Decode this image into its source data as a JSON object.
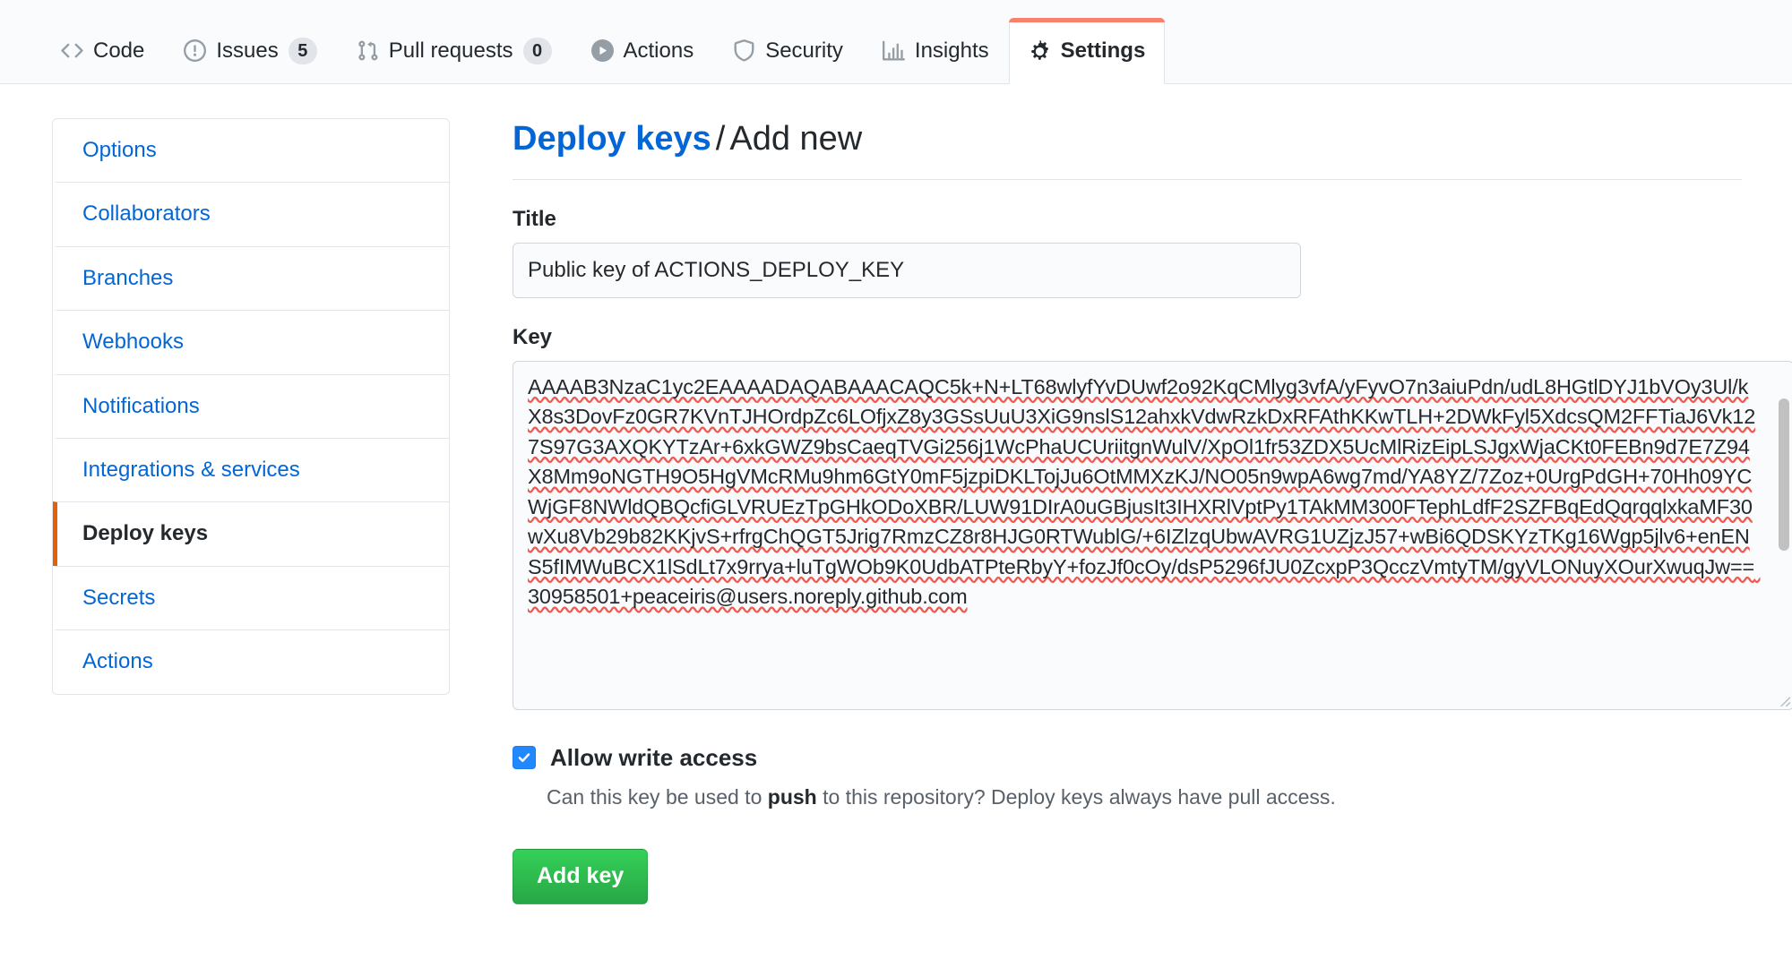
{
  "nav": {
    "tabs": [
      {
        "label": "Code",
        "icon": "code-icon",
        "count": null,
        "active": false
      },
      {
        "label": "Issues",
        "icon": "issue-opened-icon",
        "count": "5",
        "active": false
      },
      {
        "label": "Pull requests",
        "icon": "git-pull-request-icon",
        "count": "0",
        "active": false
      },
      {
        "label": "Actions",
        "icon": "play-icon",
        "count": null,
        "active": false
      },
      {
        "label": "Security",
        "icon": "shield-icon",
        "count": null,
        "active": false
      },
      {
        "label": "Insights",
        "icon": "graph-icon",
        "count": null,
        "active": false
      },
      {
        "label": "Settings",
        "icon": "gear-icon",
        "count": null,
        "active": true
      }
    ]
  },
  "sidebar": {
    "items": [
      {
        "label": "Options",
        "active": false
      },
      {
        "label": "Collaborators",
        "active": false
      },
      {
        "label": "Branches",
        "active": false
      },
      {
        "label": "Webhooks",
        "active": false
      },
      {
        "label": "Notifications",
        "active": false
      },
      {
        "label": "Integrations & services",
        "active": false
      },
      {
        "label": "Deploy keys",
        "active": true
      },
      {
        "label": "Secrets",
        "active": false
      },
      {
        "label": "Actions",
        "active": false
      }
    ]
  },
  "main": {
    "breadcrumb": {
      "link": "Deploy keys",
      "separator": "/",
      "current": "Add new"
    },
    "title_field": {
      "label": "Title",
      "value": "Public key of ACTIONS_DEPLOY_KEY",
      "placeholder": ""
    },
    "key_field": {
      "label": "Key",
      "value": "AAAAB3NzaC1yc2EAAAADAQABAAACAQC5k+N+LT68wlyfYvDUwf2o92KqCMlyg3vfA/yFyvO7n3aiuPdn/udL8HGtlDYJ1bVOy3Ul/kX8s3DovFz0GR7KVnTJHOrdpZc6LOfjxZ8y3GSsUuU3XiG9nslS12ahxkVdwRzkDxRFAthKKwTLH+2DWkFyl5XdcsQM2FFTiaJ6Vk127S97G3AXQKYTzAr+6xkGWZ9bsCaeqTVGi256j1WcPhaUCUriitgnWulV/XpOl1fr53ZDX5UcMlRizEipLSJgxWjaCKt0FEBn9d7E7Z94X8Mm9oNGTH9O5HgVMcRMu9hm6GtY0mF5jzpiDKLTojJu6OtMMXzKJ/NO05n9wpA6wg7md/YA8YZ/7Zoz+0UrgPdGH+70Hh09YCWjGF8NWldQBQcfiGLVRUEzTpGHkODoXBR/LUW91DIrA0uGBjusIt3IHXRlVptPy1TAkMM300FTephLdfF2SZFBqEdQqrqqlxkaMF30wXu8Vb29b82KKjvS+rfrgChQGT5Jrig7RmzCZ8r8HJG0RTWublG/+6IZlzqUbwAVRG1UZjzJ57+wBi6QDSKYzTKg16Wgp5jlv6+enENS5fIMWuBCX1lSdLt7x9rrya+luTgWOb9K0UdbATPteRbyY+fozJf0cOy/dsP5296fJU0ZcxpP3QcczVmtyTM/gyVLONuyXOurXwuqJw== 30958501+peaceiris@users.noreply.github.com"
    },
    "write_access": {
      "checked": true,
      "label": "Allow write access",
      "help_prefix": "Can this key be used to ",
      "help_bold": "push",
      "help_suffix": " to this repository? Deploy keys always have pull access."
    },
    "submit_label": "Add key"
  },
  "colors": {
    "accent_orange": "#f9826c",
    "active_marker": "#e36209",
    "link_blue": "#0366d6",
    "button_green": "#28a745",
    "checkbox_blue": "#2188ff",
    "spellcheck_red": "#ef5b52"
  }
}
